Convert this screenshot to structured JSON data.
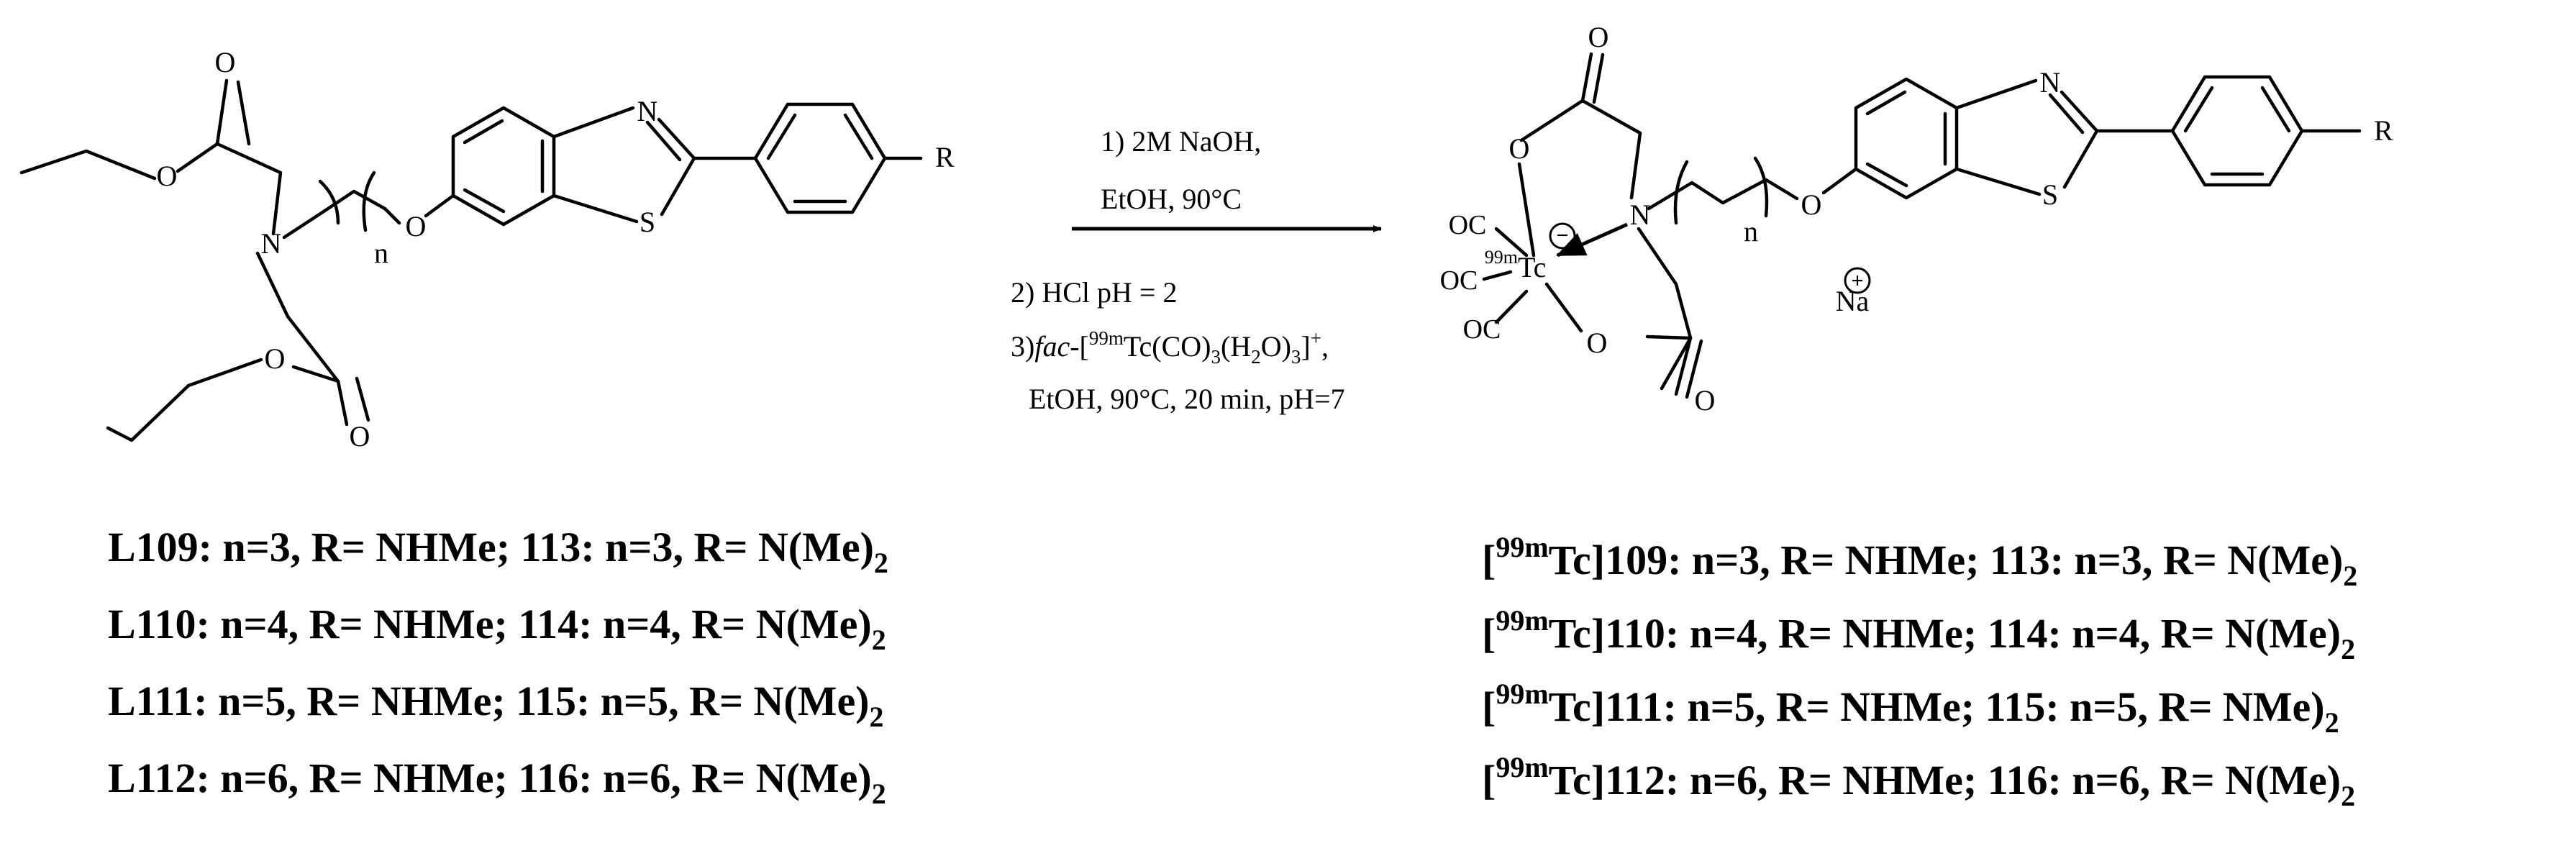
{
  "scheme": {
    "reactant_atoms": {
      "ester_o_top": "O",
      "ester_o_top_link": "O",
      "amine_n": "N",
      "chain_n": "n",
      "ether_o": "O",
      "ester_o_bottom_link": "O",
      "ester_o_bottom": "O",
      "thiazole_n": "N",
      "thiazole_s": "S",
      "r_group": "R"
    },
    "conditions": {
      "step1_line1": "1) 2M NaOH,",
      "step1_line2": "EtOH, 90°C",
      "step2": "2) HCl pH = 2",
      "step3_prefix": "3)",
      "step3_fac": "fac",
      "step3_body": "-[",
      "step3_iso": "99m",
      "step3_tc": "Tc(CO)",
      "step3_sub3a": "3",
      "step3_h2o": "(H",
      "step3_sub2": "2",
      "step3_o": "O)",
      "step3_sub3b": "3",
      "step3_close": "]",
      "step3_plus": "+",
      "step3_comma": ",",
      "step3_line2": "EtOH, 90°C, 20 min, pH=7"
    },
    "product_atoms": {
      "carbonyl_o_top": "O",
      "carboxylate_o_top": "O",
      "amine_n": "N",
      "chain_n": "n",
      "ether_o": "O",
      "tc_iso": "99m",
      "tc_symbol": "Tc",
      "co_top": "OC",
      "co_mid": "OC",
      "co_bottom": "OC",
      "charge_minus": "−",
      "carboxylate_o_bottom": "O",
      "carbonyl_o_bottom": "O",
      "thiazole_n": "N",
      "thiazole_s": "S",
      "r_group": "R",
      "counter_ion": "Na",
      "charge_plus": "+"
    },
    "ligands": [
      {
        "main": "L109: n=3, R= NHMe; 113: n=3, R= N(Me)",
        "sub": "2"
      },
      {
        "main": "L110: n=4, R= NHMe; 114:  n=4, R= N(Me)",
        "sub": "2"
      },
      {
        "main": "L111: n=5, R= NHMe; 115:  n=5, R= N(Me)",
        "sub": "2"
      },
      {
        "main": "L112: n=6, R= NHMe; 116:  n=6, R= N(Me)",
        "sub": "2"
      }
    ],
    "complexes": [
      {
        "open": "[",
        "iso": "99m",
        "main": "Tc]109: n=3, R= NHMe; 113: n=3, R= N(Me)",
        "sub": "2"
      },
      {
        "open": "[",
        "iso": "99m",
        "main": "Tc]110: n=4, R= NHMe; 114: n=4, R= N(Me)",
        "sub": "2"
      },
      {
        "open": "[",
        "iso": "99m",
        "main": "Tc]111: n=5, R= NHMe; 115: n=5, R= NMe)",
        "sub": "2"
      },
      {
        "open": "[",
        "iso": "99m",
        "main": "Tc]112: n=6, R= NHMe; 116: n=6, R= N(Me)",
        "sub": "2"
      }
    ]
  }
}
